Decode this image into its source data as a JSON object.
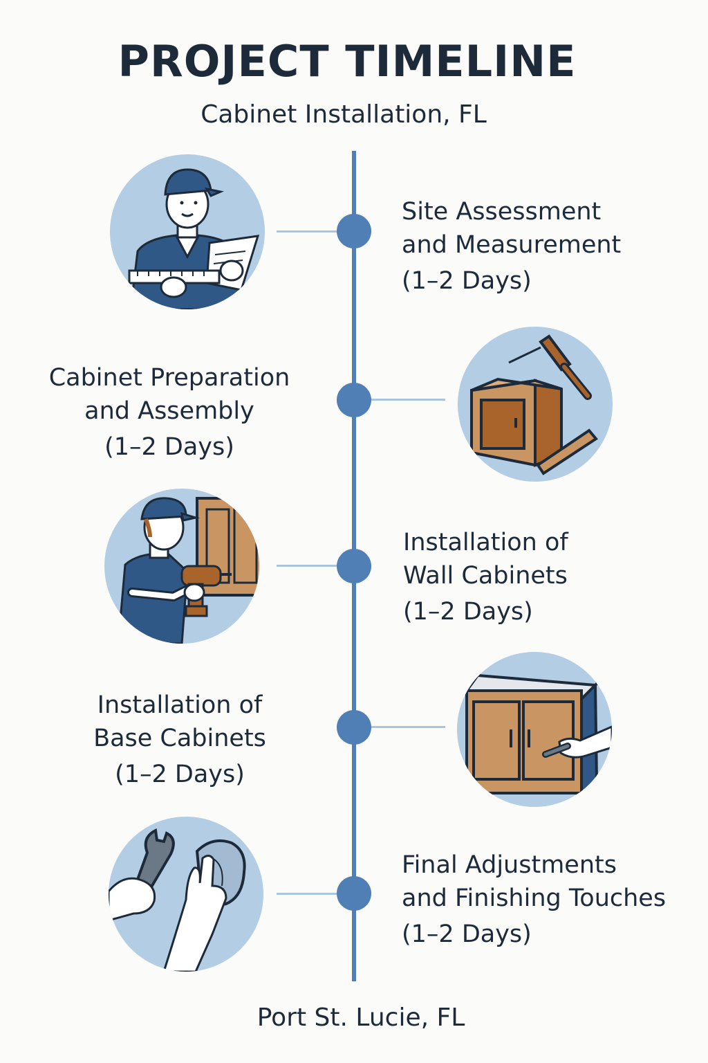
{
  "header": {
    "title": "PROJECT TIMELINE",
    "subtitle": "Cabinet Installation, FL"
  },
  "steps": [
    {
      "line1": "Site Assessment",
      "line2": "and Measurement",
      "duration": "(1–2 Days)",
      "icon": "technician-clipboard-icon"
    },
    {
      "line1": "Cabinet Preparation",
      "line2": "and Assembly",
      "duration": "(1–2 Days)",
      "icon": "cabinet-assembly-icon"
    },
    {
      "line1": "Installation of",
      "line2": "Wall Cabinets",
      "duration": "(1–2 Days)",
      "icon": "installer-drill-icon"
    },
    {
      "line1": "Installation of",
      "line2": "Base Cabinets",
      "duration": "(1–2 Days)",
      "icon": "base-cabinet-icon"
    },
    {
      "line1": "Final Adjustments",
      "line2": "and Finishing Touches",
      "duration": "(1–2 Days)",
      "icon": "wrench-cloth-icon"
    }
  ],
  "footer": {
    "location": "Port St. Lucie, FL"
  },
  "colors": {
    "spine": "#4f7fb4",
    "icon_bg": "#b3cde4",
    "navy": "#2f5887",
    "wood": "#c99563",
    "wood_dark": "#a9642c",
    "text": "#1c2a3a"
  }
}
